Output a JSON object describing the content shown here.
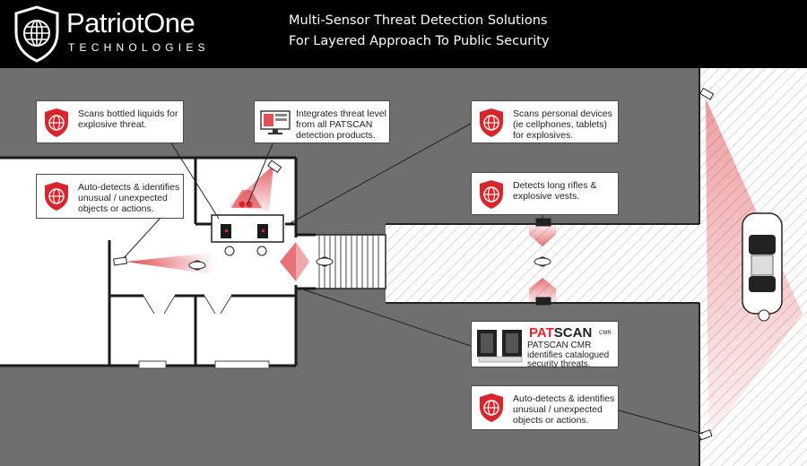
{
  "brand": {
    "name": "PatriotOne",
    "subtitle": "TECHNOLOGIES"
  },
  "tagline": {
    "line1": "Multi-Sensor Threat Detection Solutions",
    "line2": "For Layered Approach To Public Security"
  },
  "callouts": {
    "bottled_liquids": "Scans bottled liquids for\nexplosive threat.",
    "integrates": "Integrates threat level\nfrom all PATSCAN\ndetection products.",
    "personal_devices": "Scans personal devices\n(ie cellphones, tablets)\nfor explosives.",
    "auto_detect_left": "Auto-detects & identifies\nunusual / unexpected\nobjects or actions.",
    "long_rifles": "Detects long rifles &\nexplosive vests.",
    "auto_detect_right": "Auto-detects & identifies\nunusual / unexpected\nobjects or actions."
  },
  "cmr": {
    "brand_red": "PAT",
    "brand_dark": "SCAN",
    "brand_suffix": "CMR",
    "text": "PATSCAN CMR\nidentifies catalogued\nsecurity threats."
  },
  "colors": {
    "accent_red": "#d9262c",
    "header_bg": "#000000",
    "ground_gray": "#6f6f6f",
    "floor_white": "#ffffff"
  },
  "icons": [
    "shield-globe-icon",
    "monitor-icon",
    "camera-icon",
    "person-icon",
    "car-icon",
    "scanner-icon"
  ]
}
